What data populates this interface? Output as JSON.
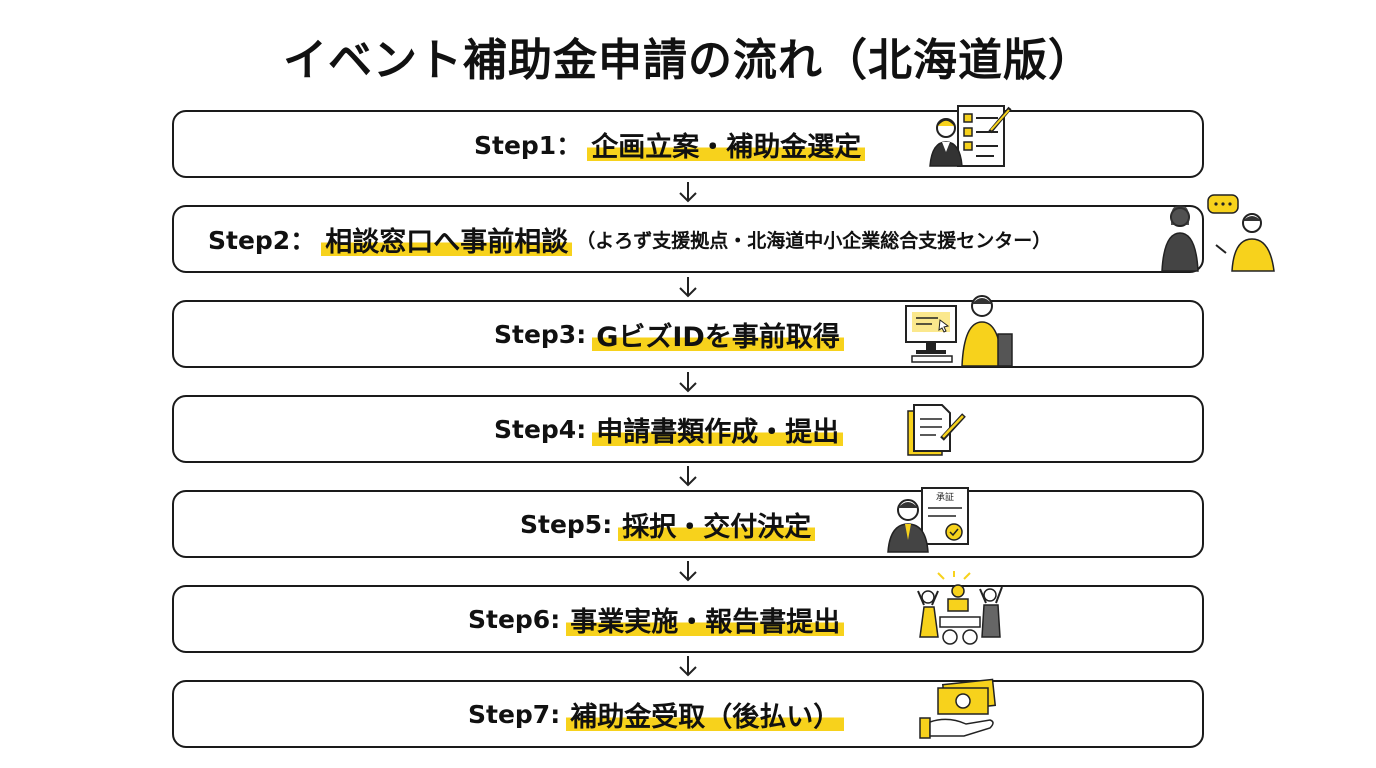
{
  "title": "イベント補助金申請の流れ（北海道版）",
  "steps": [
    {
      "label": "Step1：",
      "text": "企画立案・補助金選定",
      "note": "",
      "icon": "planning-checklist-icon"
    },
    {
      "label": "Step2：",
      "text": "相談窓口へ事前相談",
      "note": "（よろず支援拠点・北海道中小企業総合支援センター）",
      "icon": "consultation-icon"
    },
    {
      "label": "Step3:",
      "text": "GビズIDを事前取得",
      "note": "",
      "icon": "computer-work-icon"
    },
    {
      "label": "Step4:",
      "text": "申請書類作成・提出",
      "note": "",
      "icon": "document-writing-icon"
    },
    {
      "label": "Step5:",
      "text": "採択・交付決定",
      "note": "",
      "icon": "approval-certificate-icon"
    },
    {
      "label": "Step6:",
      "text": "事業実施・報告書提出",
      "note": "",
      "icon": "event-celebration-icon"
    },
    {
      "label": "Step7:",
      "text": "補助金受取（後払い）",
      "note": "",
      "icon": "money-receive-icon"
    }
  ],
  "certificate_label": "承証",
  "accent_color": "#f7d21c"
}
